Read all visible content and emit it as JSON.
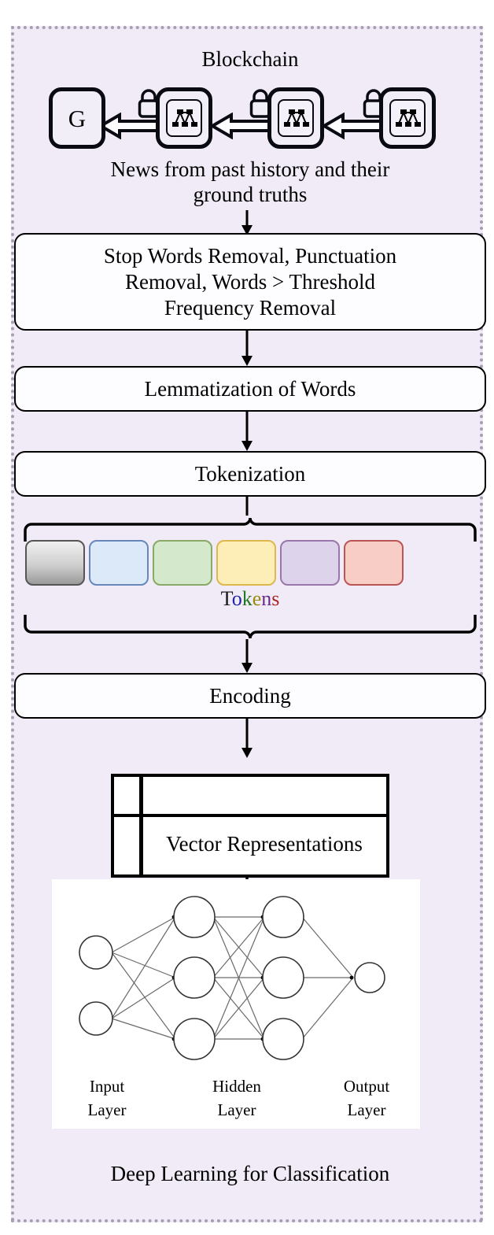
{
  "diagram": {
    "background_color": "#f0ebf6",
    "border_color": "#a99cb5",
    "blockchain": {
      "title": "Blockchain",
      "genesis_label": "G",
      "blocks": [
        "G",
        "merkle-tree-icon",
        "merkle-tree-icon",
        "merkle-tree-icon"
      ],
      "link_icon": "padlock-icon",
      "arrow_icon": "left-block-arrow-icon",
      "subtitle_line1": "News from past history and their",
      "subtitle_line2": "ground truths"
    },
    "steps": [
      {
        "name": "preprocessing",
        "lines": [
          "Stop Words Removal, Punctuation",
          "Removal, Words > Threshold",
          "Frequency Removal"
        ]
      },
      {
        "name": "lemmatization",
        "lines": [
          "Lemmatization of Words"
        ]
      },
      {
        "name": "tokenization",
        "lines": [
          "Tokenization"
        ]
      },
      {
        "name": "encoding",
        "lines": [
          "Encoding"
        ]
      }
    ],
    "tokens": {
      "label": "Tokens",
      "letters": [
        {
          "char": "T",
          "color": "#1a1a1a"
        },
        {
          "char": "o",
          "color": "#2222aa"
        },
        {
          "char": "k",
          "color": "#227722"
        },
        {
          "char": "e",
          "color": "#9a8a10"
        },
        {
          "char": "n",
          "color": "#6a2a8a"
        },
        {
          "char": "s",
          "color": "#aa2222"
        }
      ],
      "boxes": [
        {
          "fill": "#e8e8e8",
          "border": "#555555",
          "gradient": true
        },
        {
          "fill": "#dce9f8",
          "border": "#6688bb",
          "gradient": false
        },
        {
          "fill": "#d4e8cc",
          "border": "#88aa66",
          "gradient": false
        },
        {
          "fill": "#fdeeb8",
          "border": "#ddb84d",
          "gradient": false
        },
        {
          "fill": "#ddd3ea",
          "border": "#9977aa",
          "gradient": false
        },
        {
          "fill": "#f8cdc6",
          "border": "#bb5555",
          "gradient": false
        }
      ]
    },
    "vector": {
      "label": "Vector Representations"
    },
    "neural_network": {
      "input_nodes": 2,
      "hidden_columns": [
        3,
        3
      ],
      "output_nodes": 1,
      "layer_labels": [
        {
          "line1": "Input",
          "line2": "Layer"
        },
        {
          "line1": "Hidden",
          "line2": "Layer"
        },
        {
          "line1": "Output",
          "line2": "Layer"
        }
      ]
    },
    "caption": "Deep Learning for Classification"
  }
}
